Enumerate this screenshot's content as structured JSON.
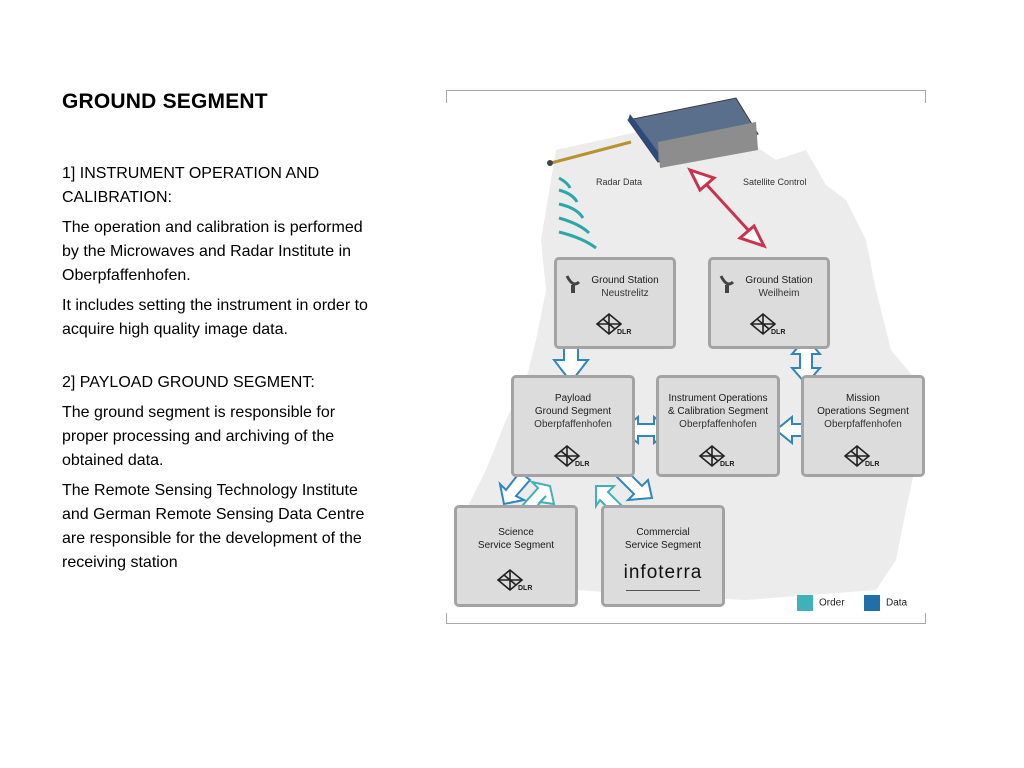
{
  "left": {
    "title": "GROUND SEGMENT",
    "paragraphs": [
      "1] INSTRUMENT OPERATION AND CALIBRATION:",
      "The operation and calibration is performed by the Microwaves and Radar Institute in Oberpfaffenhofen.",
      "It includes setting the instrument in order to acquire high quality image data.",
      "2] PAYLOAD GROUND SEGMENT:",
      "The ground segment is responsible for proper processing and archiving of the obtained data.",
      "The Remote Sensing Technology Institute and German Remote Sensing Data Centre are responsible for the development of the receiving station"
    ]
  },
  "diagram": {
    "labels": {
      "radar": "Radar Data",
      "control": "Satellite Control"
    },
    "boxes": {
      "gs_neustrelitz": {
        "l1": "Ground Station",
        "l2": "Neustrelitz"
      },
      "gs_weilheim": {
        "l1": "Ground Station",
        "l2": "Weilheim"
      },
      "payload": {
        "l1": "Payload",
        "l1b": "Ground Segment",
        "l2": "Oberpfaffenhofen"
      },
      "instrument": {
        "l1": "Instrument Operations",
        "l1b": "& Calibration Segment",
        "l2": "Oberpfaffenhofen"
      },
      "mission": {
        "l1": "Mission",
        "l1b": "Operations Segment",
        "l2": "Oberpfaffenhofen"
      },
      "science": {
        "l1": "Science",
        "l1b": "Service Segment"
      },
      "commercial": {
        "l1": "Commercial",
        "l1b": "Service Segment",
        "logo": "infoterra"
      }
    },
    "dlr_mark": "DLR",
    "legend": {
      "order": "Order",
      "data": "Data"
    },
    "colors": {
      "order": "#3fb1b8",
      "data": "#1f6fa8",
      "control": "#c8344e",
      "box": "#dcdcdc",
      "box_border": "#a3a3a3"
    }
  }
}
